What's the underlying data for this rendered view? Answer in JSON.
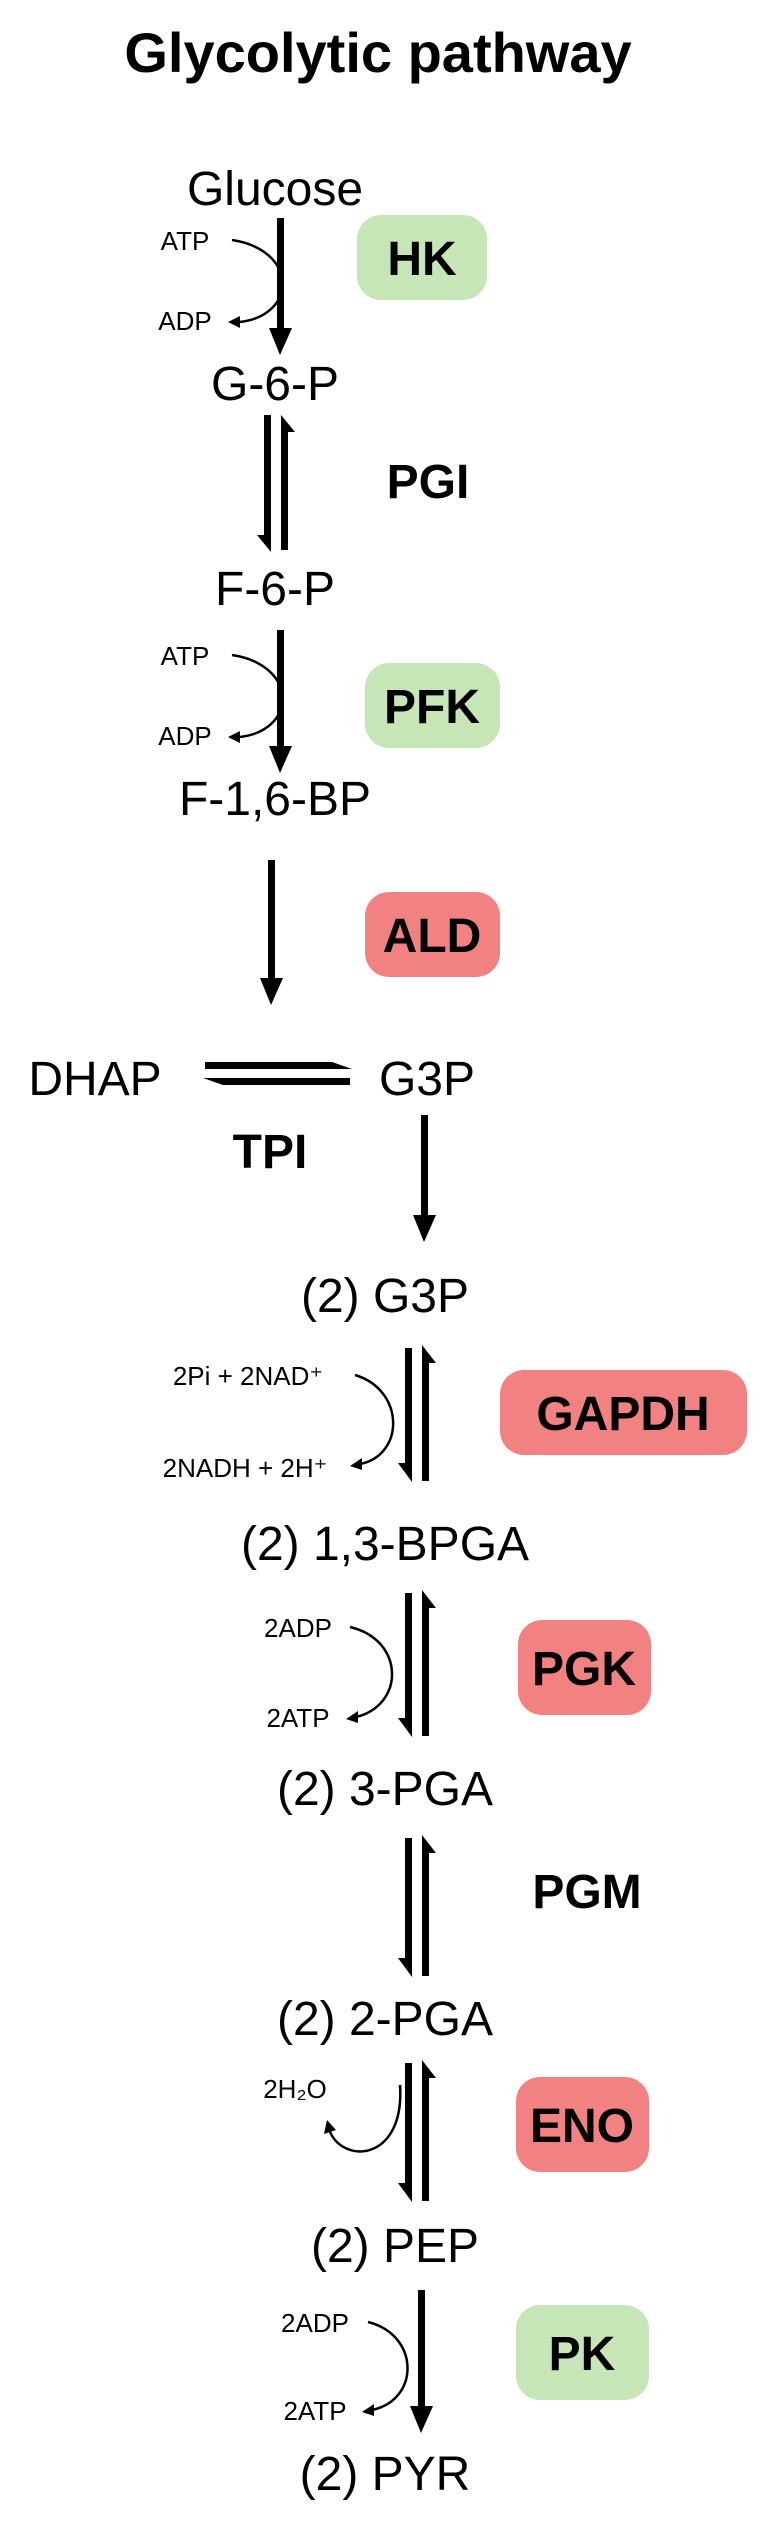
{
  "title": "Glycolytic pathway",
  "colors": {
    "regulated": "#c6e6b8",
    "committed": "#f28282",
    "ink": "#000000"
  },
  "metabolites": {
    "glucose": "Glucose",
    "g6p": "G-6-P",
    "f6p": "F-6-P",
    "f16bp": "F-1,6-BP",
    "dhap": "DHAP",
    "g3p": "G3P",
    "g3p2": "(2) G3P",
    "bpga": "(2) 1,3-BPGA",
    "pga3": "(2) 3-PGA",
    "pga2": "(2) 2-PGA",
    "pep": "(2) PEP",
    "pyr": "(2) PYR"
  },
  "enzymes": {
    "hk": "HK",
    "pgi": "PGI",
    "pfk": "PFK",
    "ald": "ALD",
    "tpi": "TPI",
    "gapdh": "GAPDH",
    "pgk": "PGK",
    "pgm": "PGM",
    "eno": "ENO",
    "pk": "PK"
  },
  "cofactors": {
    "hk_in": "ATP",
    "hk_out": "ADP",
    "pfk_in": "ATP",
    "pfk_out": "ADP",
    "gapdh_in": "2Pi + 2NAD⁺",
    "gapdh_out": "2NADH + 2H⁺",
    "pgk_in": "2ADP",
    "pgk_out": "2ATP",
    "eno_out": "2H₂O",
    "pk_in": "2ADP",
    "pk_out": "2ATP"
  }
}
